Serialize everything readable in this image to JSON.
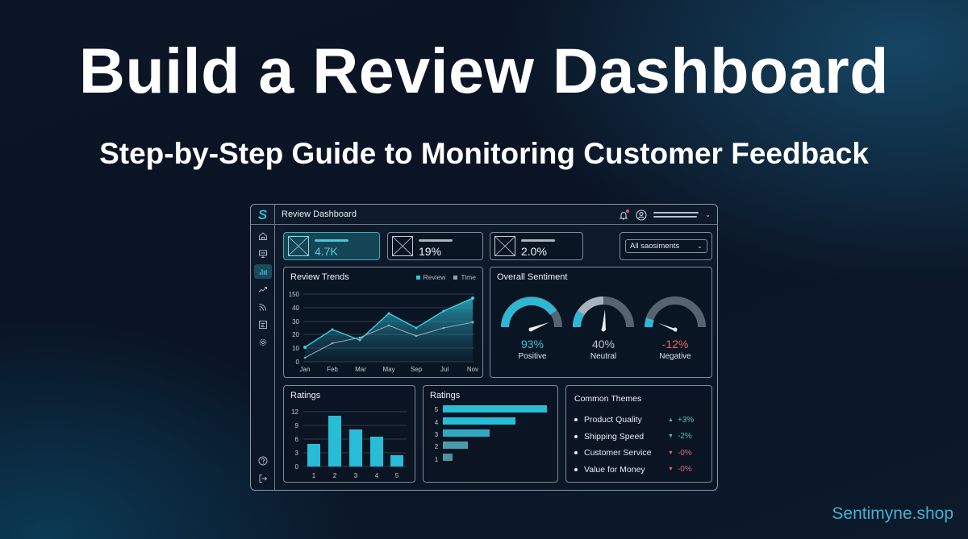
{
  "hero": {
    "title": "Build a Review Dashboard",
    "subtitle": "Step-by-Step Guide to Monitoring Customer Feedback",
    "brand": "Sentimyne.shop"
  },
  "app": {
    "logo": "S",
    "title": "Review Dashboard",
    "header_icons": [
      "bell-icon",
      "user-icon",
      "chevron-down-icon"
    ],
    "sidebar": [
      {
        "icon": "home-icon",
        "active": false
      },
      {
        "icon": "inbox-icon",
        "active": false
      },
      {
        "icon": "bar-chart-icon",
        "active": true
      },
      {
        "icon": "trend-icon",
        "active": false
      },
      {
        "icon": "rss-icon",
        "active": false
      },
      {
        "icon": "report-icon",
        "active": false
      },
      {
        "icon": "gear-icon",
        "active": false
      },
      {
        "icon": "help-icon",
        "active": false
      },
      {
        "icon": "logout-icon",
        "active": false
      }
    ],
    "kpis": [
      {
        "value": "4.7K",
        "active": true
      },
      {
        "value": "19%",
        "active": false
      },
      {
        "value": "2.0%",
        "active": false
      }
    ],
    "filter": {
      "selected": "All saosiments"
    },
    "review_trends": {
      "title": "Review Trends",
      "legend": [
        "Review",
        "Time"
      ]
    },
    "overall_sentiment": {
      "title": "Overall Sentiment",
      "gauges": [
        {
          "value": "93%",
          "label": "Positive",
          "color": "#2fb8d3"
        },
        {
          "value": "40%",
          "label": "Neutral",
          "color": "#a8b3bd"
        },
        {
          "value": "-12%",
          "label": "Negative",
          "color": "#e8606e"
        }
      ]
    },
    "ratings_vertical": {
      "title": "Ratings"
    },
    "ratings_horizontal": {
      "title": "Ratings"
    },
    "common_themes": {
      "title": "Common Themes",
      "items": [
        {
          "label": "Product Quality",
          "delta": "+3%",
          "direction": "up",
          "color": "#3ecfa8"
        },
        {
          "label": "Shipping Speed",
          "delta": "-2%",
          "direction": "down",
          "color": "#3ecfa8"
        },
        {
          "label": "Customer Service",
          "delta": "-0%",
          "direction": "down",
          "color": "#e8606e"
        },
        {
          "label": "Value for Money",
          "delta": "-0%",
          "direction": "down",
          "color": "#e8606e"
        }
      ]
    }
  },
  "colors": {
    "accent": "#2fc3dc",
    "secondary_line": "#8fa3b2",
    "negative": "#e8606e",
    "positive": "#3ecfa8",
    "background": "#0b1526"
  },
  "chart_data": [
    {
      "type": "area",
      "title": "Review Trends",
      "categories": [
        "Jan",
        "Feb",
        "Mar",
        "May",
        "Sep",
        "Jul",
        "Nov"
      ],
      "yticks": [
        "0",
        "10",
        "20",
        "30",
        "40",
        "150"
      ],
      "ylim": [
        0,
        50
      ],
      "grid": true,
      "legend_position": "top-right",
      "series": [
        {
          "name": "Review",
          "values": [
            11,
            24,
            16,
            36,
            25,
            38,
            47
          ]
        },
        {
          "name": "Time",
          "values": [
            3,
            14,
            18,
            27,
            19,
            25,
            29
          ]
        }
      ]
    },
    {
      "type": "bar",
      "title": "Ratings",
      "categories": [
        "1",
        "2",
        "3",
        "4",
        "5"
      ],
      "values": [
        4.9,
        11,
        8,
        6.5,
        2.4
      ],
      "yticks": [
        "0",
        "3",
        "6",
        "9",
        "12"
      ],
      "ylim": [
        0,
        12
      ],
      "grid": true
    },
    {
      "type": "bar",
      "orientation": "horizontal",
      "title": "Ratings",
      "categories": [
        "5",
        "4",
        "3",
        "2",
        "1"
      ],
      "values": [
        100,
        70,
        45,
        24,
        9
      ],
      "grid": false
    },
    {
      "type": "gauge",
      "title": "Overall Sentiment",
      "categories": [
        "Positive",
        "Neutral",
        "Negative"
      ],
      "values": [
        93,
        40,
        -12
      ]
    }
  ]
}
